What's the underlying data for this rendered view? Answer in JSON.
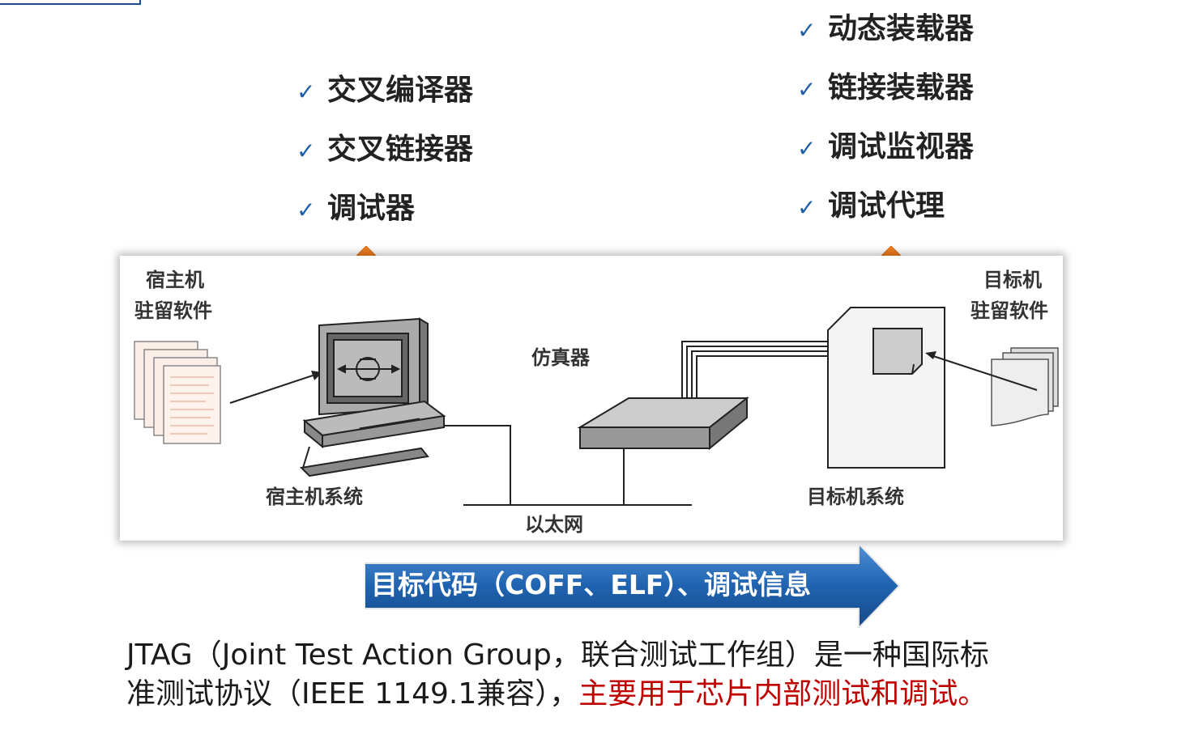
{
  "host_tools": [
    "交叉编译器",
    "交叉链接器",
    "调试器"
  ],
  "target_tools": [
    "动态装载器",
    "链接装载器",
    "调试监视器",
    "调试代理"
  ],
  "check_mark": "✓",
  "diagram": {
    "host_software_label_1": "宿主机",
    "host_software_label_2": "驻留软件",
    "target_software_label_1": "目标机",
    "target_software_label_2": "驻留软件",
    "emulator_label": "仿真器",
    "host_system_label": "宿主机系统",
    "target_system_label": "目标机系统",
    "ethernet_label": "以太网"
  },
  "flow_arrow_text": "目标代码（COFF、ELF）、调试信息",
  "description": {
    "line1": "JTAG（Joint Test Action Group，联合测试工作组）是一种国际标",
    "line2_plain": "准测试协议（IEEE 1149.1兼容），",
    "line2_highlight": "主要用于芯片内部测试和调试。"
  },
  "colors": {
    "accent_orange": "#f07f1e",
    "flow_blue": "#1f63b0",
    "highlight_red": "#c00000",
    "check_blue": "#1f5fa8"
  }
}
